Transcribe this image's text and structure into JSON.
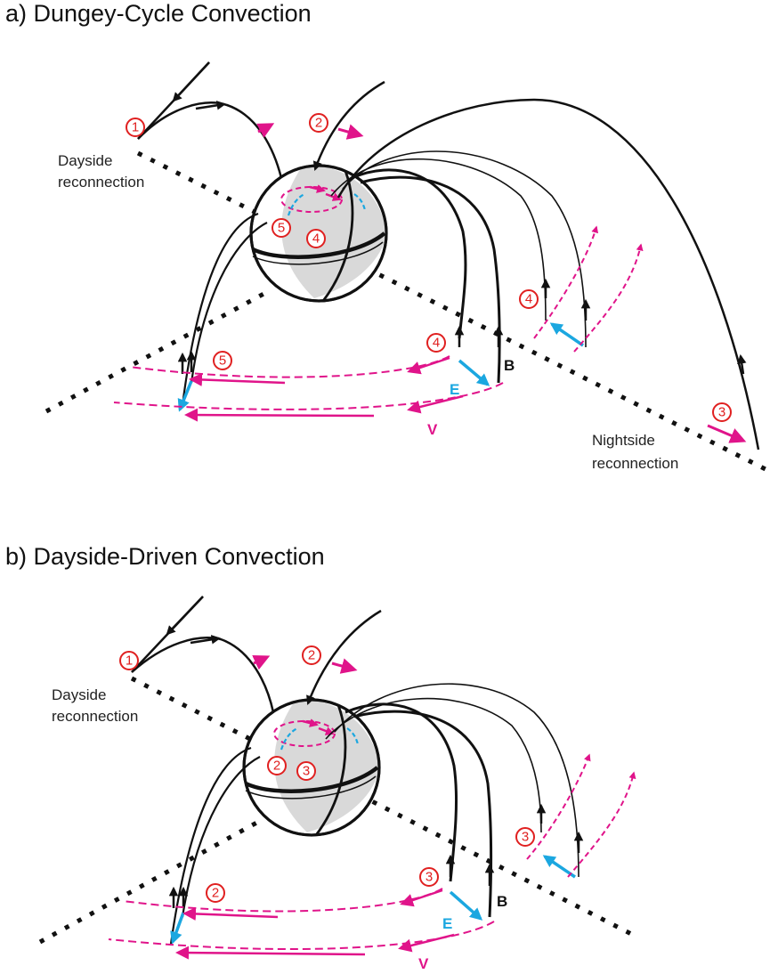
{
  "colors": {
    "field_line": "#111111",
    "flow": "#e0148a",
    "electric": "#1ba7e0",
    "marker": "#e02020",
    "planet": "#d9d9d9"
  },
  "panels": [
    {
      "title": "a) Dungey-Cycle Convection",
      "dayside_label": [
        "Dayside",
        "reconnection"
      ],
      "nightside_label": [
        "Nightside",
        "reconnection"
      ],
      "markers": [
        "1",
        "2",
        "5",
        "4",
        "5",
        "4",
        "4",
        "3"
      ],
      "vector_labels": {
        "B": "B",
        "E": "E",
        "V": "V"
      }
    },
    {
      "title": "b) Dayside-Driven Convection",
      "dayside_label": [
        "Dayside",
        "reconnection"
      ],
      "markers": [
        "1",
        "2",
        "2",
        "3",
        "2",
        "3",
        "3"
      ],
      "vector_labels": {
        "B": "B",
        "E": "E",
        "V": "V"
      }
    }
  ]
}
